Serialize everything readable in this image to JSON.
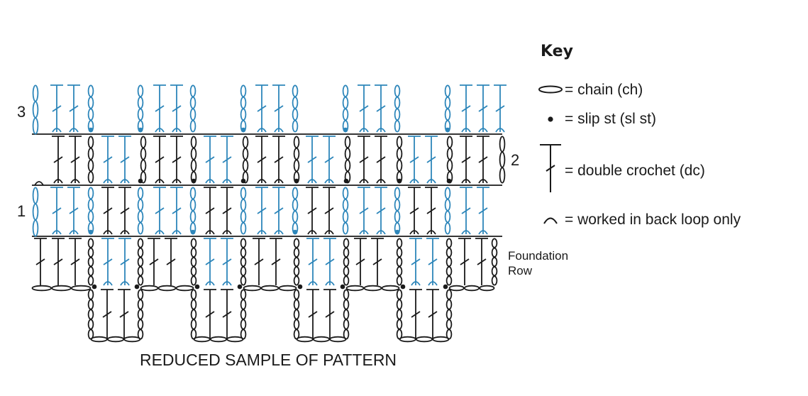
{
  "colors": {
    "ink": "#1a1a1a",
    "blue": "#2d86ba",
    "background": "#ffffff"
  },
  "chart": {
    "caption": "REDUCED SAMPLE OF PATTERN",
    "row_labels": {
      "row1": "1",
      "row2": "2",
      "row3": "3",
      "foundation_line1": "Foundation",
      "foundation_line2": "Row"
    }
  },
  "key": {
    "title": "Key",
    "items": [
      {
        "symbol": "oval-icon",
        "label": "= chain (ch)"
      },
      {
        "symbol": "dot-icon",
        "label": "= slip st (sl st)"
      },
      {
        "symbol": "double-crochet-icon",
        "label": "= double crochet (dc)"
      },
      {
        "symbol": "back-loop-icon",
        "label": "= worked in back loop only"
      }
    ]
  }
}
